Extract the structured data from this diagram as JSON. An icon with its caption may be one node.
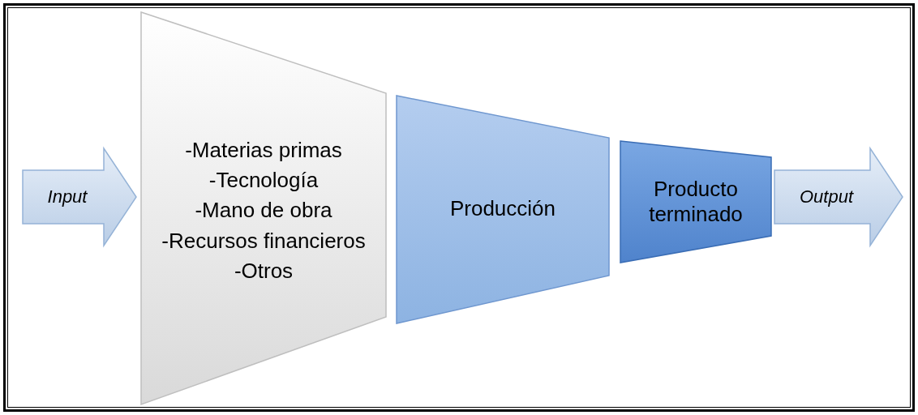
{
  "diagram": {
    "nodes": [
      {
        "text": [
          "Input"
        ]
      },
      {
        "text": [
          "-Materias primas",
          "-Tecnología",
          "-Mano de obra",
          "-Recursos financieros",
          "-Otros"
        ]
      },
      {
        "text": [
          "Producción"
        ]
      },
      {
        "text": [
          "Producto terminado"
        ]
      },
      {
        "text": [
          "Output"
        ]
      }
    ]
  }
}
